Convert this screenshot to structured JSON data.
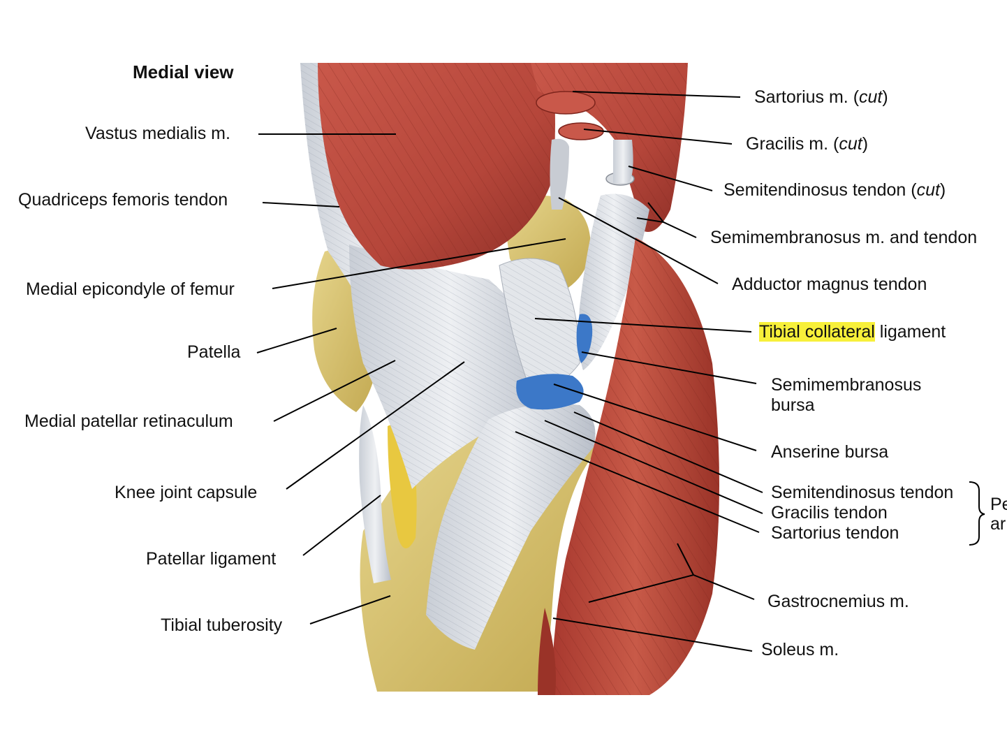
{
  "title": "Medial view",
  "left_labels": {
    "vastus": "Vastus medialis m.",
    "quad": "Quadriceps femoris tendon",
    "epicondyle": "Medial epicondyle of femur",
    "patella": "Patella",
    "retinaculum": "Medial patellar retinaculum",
    "capsule": "Knee joint capsule",
    "patlig": "Patellar ligament",
    "tuberosity": "Tibial tuberosity"
  },
  "right_labels": {
    "sartorius_cut": {
      "name": "Sartorius m. (",
      "cut": "cut",
      "close": ")"
    },
    "gracilis_cut": {
      "name": "Gracilis m. (",
      "cut": "cut",
      "close": ")"
    },
    "semitend_cut": {
      "name": "Semitendinosus tendon (",
      "cut": "cut",
      "close": ")"
    },
    "semimem": "Semimembranosus m. and tendon",
    "adductor": "Adductor magnus tendon",
    "tibcol": {
      "highlight": "Tibial collateral",
      "rest": " ligament"
    },
    "semimem_bursa_1": "Semimembranosus",
    "semimem_bursa_2": "bursa",
    "anserine": "Anserine bursa",
    "semitend": "Semitendinosus tendon",
    "gracilis": "Gracilis tendon",
    "sartorius": "Sartorius tendon",
    "gastroc": "Gastrocnemius m.",
    "soleus": "Soleus m.",
    "pes_1": "Pe",
    "pes_2": "ar"
  },
  "colors": {
    "muscle": "#b8483a",
    "tendon": "#dcdfe4",
    "bone": "#d9c26e",
    "bursa": "#3c78c8",
    "highlight": "#f7f03a"
  }
}
